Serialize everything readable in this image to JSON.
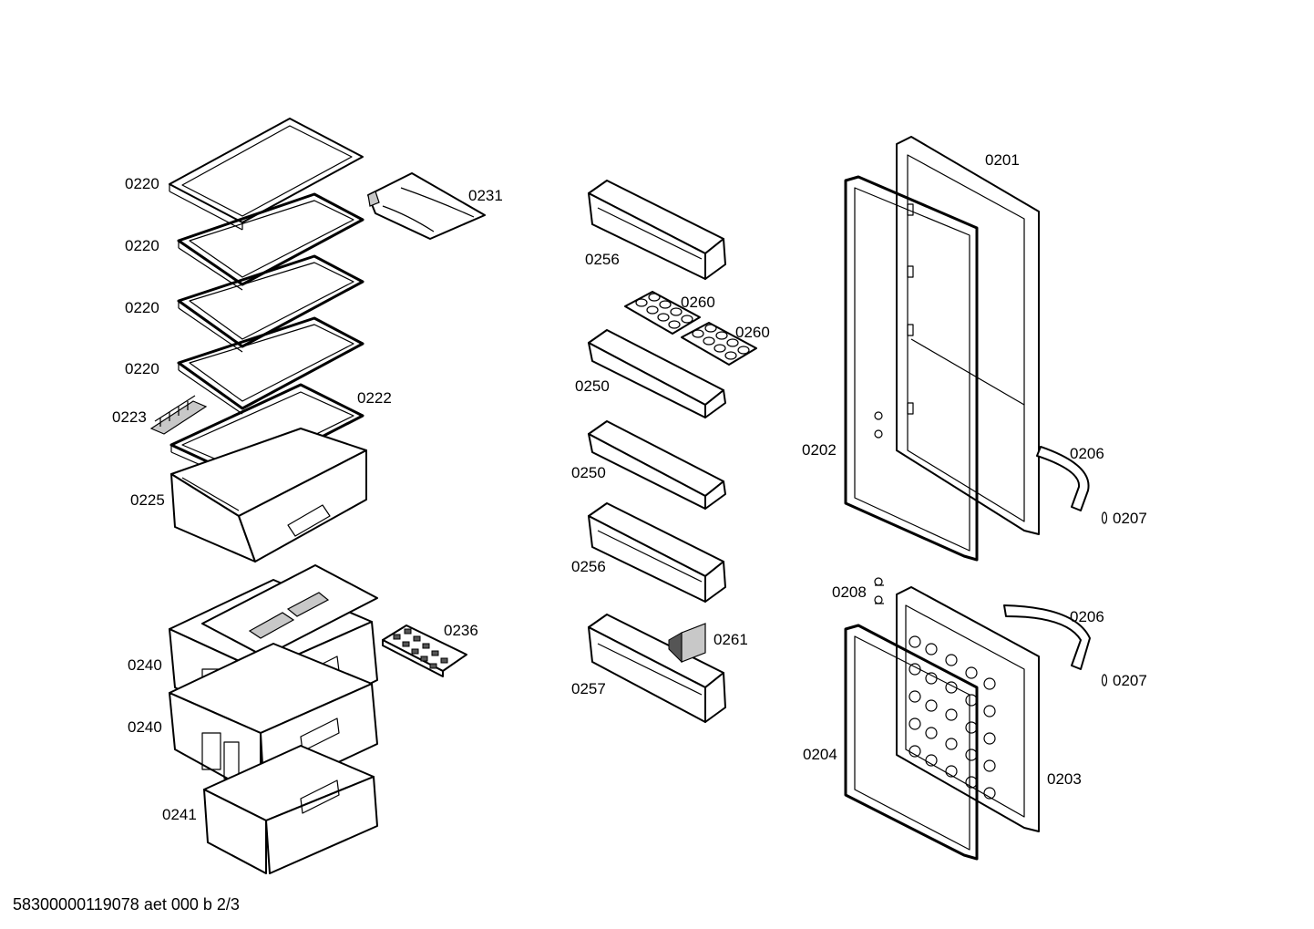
{
  "labels": {
    "shelf_1": "0220",
    "shelf_2": "0220",
    "shelf_3": "0220",
    "shelf_4": "0220",
    "holder": "0231",
    "shelf_bottom": "0222",
    "rail": "0223",
    "crisper": "0225",
    "ice_tray": "0236",
    "drawer_1": "0240",
    "drawer_2": "0240",
    "drawer_bottom": "0241",
    "door_shelf_top": "0256",
    "egg_tray_1": "0260",
    "egg_tray_2": "0260",
    "door_shelf_1": "0250",
    "door_shelf_2": "0250",
    "door_shelf_3": "0256",
    "door_shelf_bottom": "0257",
    "bottle_stop": "0261",
    "fridge_door": "0201",
    "fridge_gasket": "0202",
    "handle_1": "0206",
    "screw_1": "0207",
    "hinge_pin": "0208",
    "handle_2": "0206",
    "screw_2": "0207",
    "freezer_gasket": "0204",
    "freezer_door": "0203"
  },
  "footer": "58300000119078 aet 000 b 2/3"
}
